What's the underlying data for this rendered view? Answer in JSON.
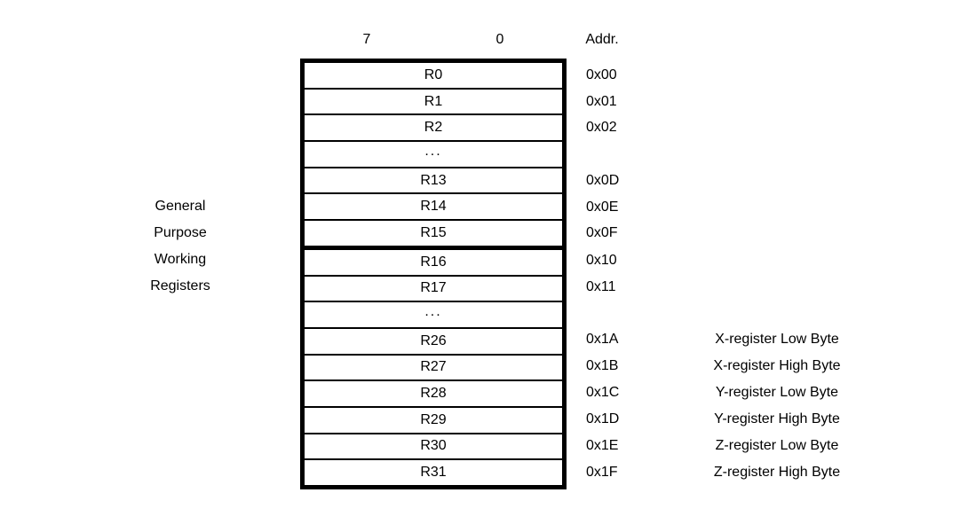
{
  "header": {
    "bit_msb": "7",
    "bit_lsb": "0",
    "addr": "Addr."
  },
  "left_caption": {
    "lines": [
      "General",
      "Purpose",
      "Working",
      "Registers"
    ]
  },
  "registers": {
    "rows": [
      {
        "label": "R0",
        "addr": "0x00",
        "note": ""
      },
      {
        "label": "R1",
        "addr": "0x01",
        "note": ""
      },
      {
        "label": "R2",
        "addr": "0x02",
        "note": ""
      },
      {
        "label": "...",
        "addr": "",
        "note": ""
      },
      {
        "label": "R13",
        "addr": "0x0D",
        "note": ""
      },
      {
        "label": "R14",
        "addr": "0x0E",
        "note": ""
      },
      {
        "label": "R15",
        "addr": "0x0F",
        "note": ""
      },
      {
        "label": "R16",
        "addr": "0x10",
        "note": ""
      },
      {
        "label": "R17",
        "addr": "0x11",
        "note": ""
      },
      {
        "label": "...",
        "addr": "",
        "note": ""
      },
      {
        "label": "R26",
        "addr": "0x1A",
        "note": "X-register Low Byte"
      },
      {
        "label": "R27",
        "addr": "0x1B",
        "note": "X-register High Byte"
      },
      {
        "label": "R28",
        "addr": "0x1C",
        "note": "Y-register Low Byte"
      },
      {
        "label": "R29",
        "addr": "0x1D",
        "note": "Y-register High Byte"
      },
      {
        "label": "R30",
        "addr": "0x1E",
        "note": "Z-register Low Byte"
      },
      {
        "label": "R31",
        "addr": "0x1F",
        "note": "Z-register High Byte"
      }
    ]
  },
  "colors": {
    "background": "#ffffff",
    "line": "#000000",
    "text": "#000000"
  }
}
